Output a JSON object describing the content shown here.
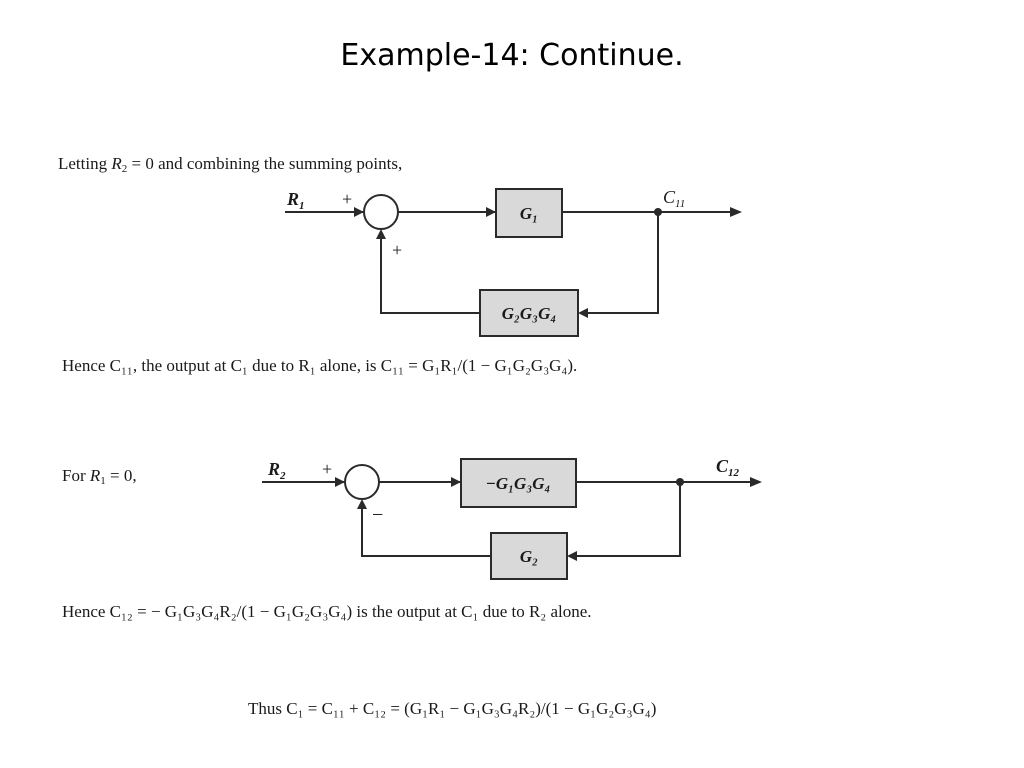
{
  "title": "Example-14: Continue.",
  "intro": {
    "text1": "Letting ",
    "var": "R",
    "sub": "2",
    "text2": " = 0 and combining the summing points,"
  },
  "diagram1": {
    "input_var": "R",
    "input_sub": "1",
    "output_var": "C",
    "output_sub": "11",
    "sign_input": "+",
    "sign_feedback": "+",
    "forward_block": "G₁",
    "feedback_block": "G₂G₃G₄"
  },
  "result1": {
    "text": "Hence C₁₁, the output at C₁ due to R₁ alone, is C₁₁ = G₁R₁/(1 − G₁G₂G₃G₄)."
  },
  "case2_label": {
    "text1": "For ",
    "var": "R",
    "sub": "1",
    "text2": " = 0,"
  },
  "diagram2": {
    "input_var": "R",
    "input_sub": "2",
    "output_var": "C",
    "output_sub": "12",
    "sign_input": "+",
    "sign_feedback": "−",
    "forward_block": "−G₁G₃G₄",
    "feedback_block": "G₂"
  },
  "result2": {
    "text": "Hence C₁₂ = − G₁G₃G₄R₂/(1 − G₁G₂G₃G₄) is the output at C₁ due to R₂ alone."
  },
  "conclusion": {
    "text": "Thus C₁ = C₁₁ + C₁₂ = (G₁R₁ − G₁G₃G₄R₂)/(1 − G₁G₂G₃G₄)"
  }
}
